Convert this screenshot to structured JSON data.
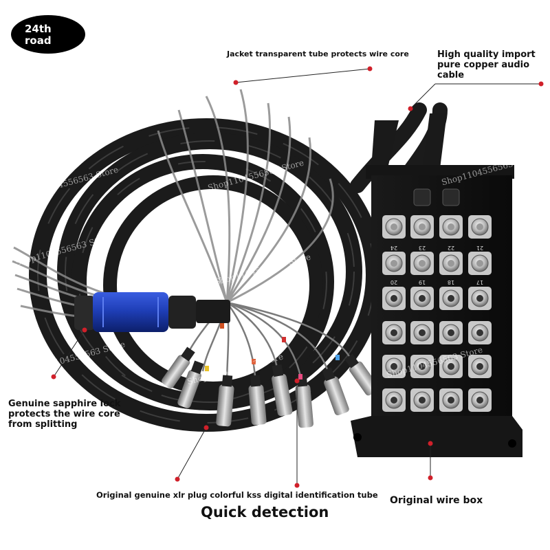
{
  "badge": {
    "line1": "24th",
    "line2": "road"
  },
  "captions": {
    "jacket": "Jacket transparent tube protects wire core",
    "copper": "High quality import pure copper audio cable",
    "sapphire": "Genuine sapphire lock protects the wire core from splitting",
    "xlr": "Original genuine xlr plug colorful kss digital identification tube",
    "box": "Original wire box",
    "quick": "Quick detection"
  },
  "watermark": "Shop1104556563 Store",
  "stagebox": {
    "channels_top_row": [
      "24",
      "23",
      "22",
      "21"
    ],
    "channels_second_row": [
      "20",
      "19",
      "18",
      "17"
    ]
  },
  "colors": {
    "marker": "#d0202a",
    "lock_blue": "#1f3fb8",
    "cable": "#1b1b1b"
  }
}
